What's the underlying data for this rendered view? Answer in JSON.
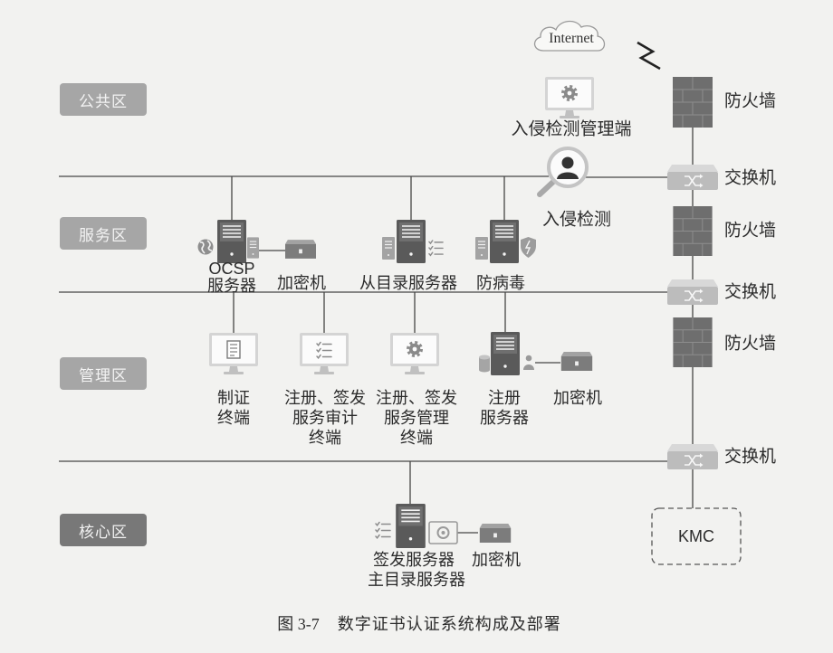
{
  "zones": {
    "public": "公共区",
    "service": "服务区",
    "management": "管理区",
    "core": "核心区"
  },
  "internet": "Internet",
  "perimeter": {
    "firewall_1": "防火墙",
    "switch_1": "交换机",
    "firewall_2": "防火墙",
    "switch_2": "交换机",
    "firewall_3": "防火墙",
    "switch_3": "交换机",
    "kmc": "KMC"
  },
  "public_zone": {
    "ids_manager": "入侵检测管理端",
    "ids": "入侵检测"
  },
  "service_zone": {
    "ocsp_server": [
      "OCSP",
      "服务器"
    ],
    "encryptor": "加密机",
    "directory_server": "从目录服务器",
    "antivirus": "防病毒"
  },
  "management_zone": {
    "cert_terminal": [
      "制证",
      "终端"
    ],
    "audit_terminal": [
      "注册、签发",
      "服务审计",
      "终端"
    ],
    "admin_terminal": [
      "注册、签发",
      "服务管理",
      "终端"
    ],
    "ra_server": [
      "注册",
      "服务器"
    ],
    "encryptor": "加密机"
  },
  "core_zone": {
    "ca_server": [
      "签发服务器",
      "主目录服务器"
    ],
    "encryptor": "加密机"
  },
  "caption": {
    "figure_number": "图 3-7",
    "title": "数字证书认证系统构成及部署"
  },
  "colors": {
    "background": "#f2f2f0",
    "zone_box": "#a6a6a6",
    "core_zone_box": "#787878",
    "firewall": "#6e6e6e",
    "switch": "#bcbcbc",
    "server": "#5a5a5a",
    "line": "#454545",
    "text": "#2b2b2b"
  },
  "icons": [
    "cloud-icon",
    "lightning-icon",
    "firewall-icon",
    "switch-icon",
    "monitor-icon",
    "gear-icon",
    "magnifier-icon",
    "person-icon",
    "server-icon",
    "globe-icon",
    "checklist-icon",
    "shield-icon",
    "encryptor-icon",
    "database-icon",
    "safe-icon",
    "document-icon"
  ]
}
